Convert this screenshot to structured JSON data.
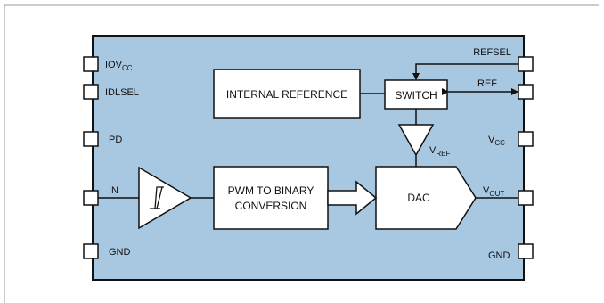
{
  "chip": {
    "body_color": "#a8c8e2",
    "pins_left": [
      {
        "id": "iovcc",
        "main": "IOV",
        "sub": "CC"
      },
      {
        "id": "idlsel",
        "main": "IDLSEL",
        "sub": ""
      },
      {
        "id": "pd",
        "main": "PD",
        "sub": ""
      },
      {
        "id": "in",
        "main": "IN",
        "sub": ""
      },
      {
        "id": "gnd-left",
        "main": "GND",
        "sub": ""
      }
    ],
    "pins_right": [
      {
        "id": "refsel",
        "main": "REFSEL",
        "sub": ""
      },
      {
        "id": "ref",
        "main": "REF",
        "sub": ""
      },
      {
        "id": "vcc",
        "main": "V",
        "sub": "CC"
      },
      {
        "id": "vout",
        "main": "V",
        "sub": "OUT"
      },
      {
        "id": "gnd-right",
        "main": "GND",
        "sub": ""
      }
    ]
  },
  "blocks": {
    "internal_reference": "INTERNAL REFERENCE",
    "switch": "SWITCH",
    "pwm_line1": "PWM TO BINARY",
    "pwm_line2": "CONVERSION",
    "dac": "DAC"
  },
  "signals": {
    "vref_main": "V",
    "vref_sub": "REF"
  }
}
